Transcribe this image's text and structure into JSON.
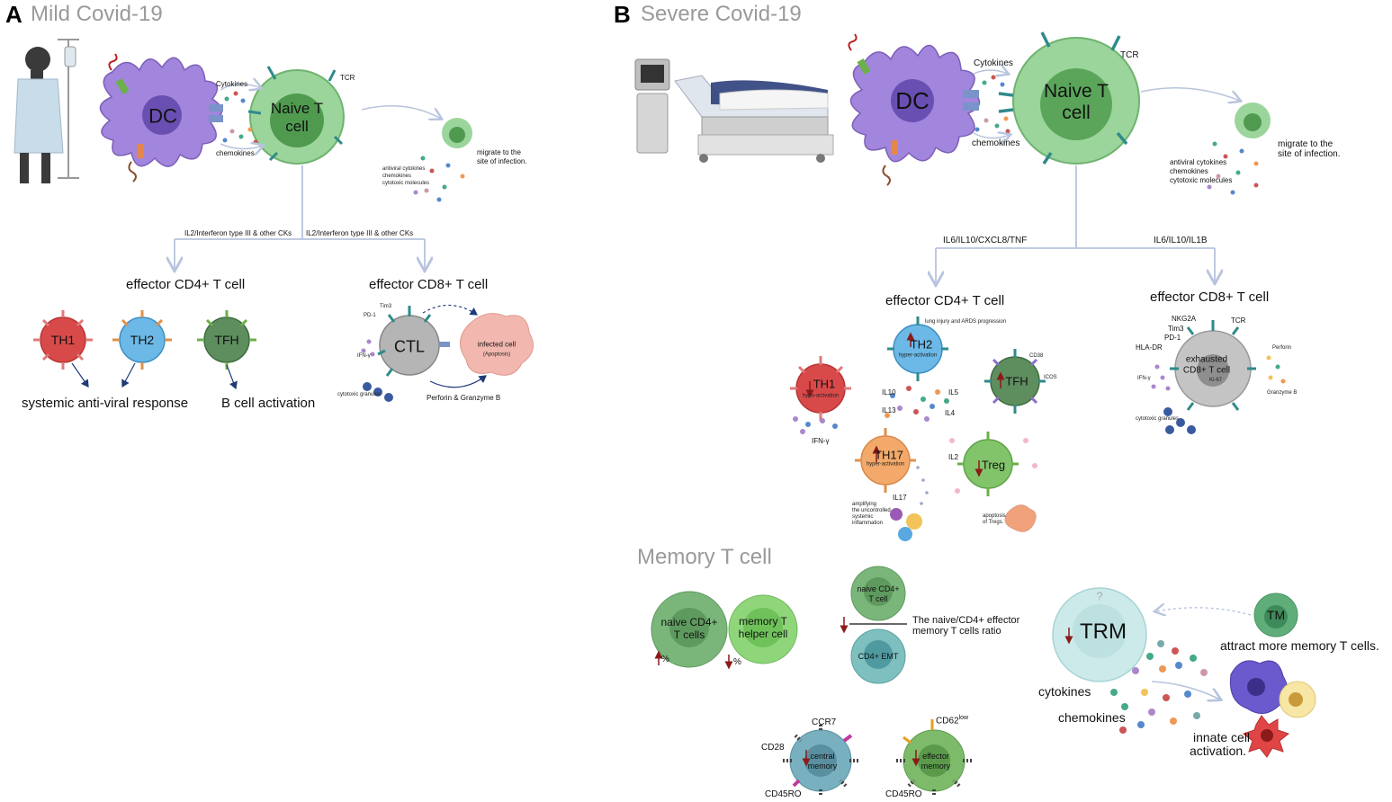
{
  "panelA": {
    "letter": "A",
    "title": "Mild Covid-19",
    "dc": "DC",
    "naive": [
      "Naive T",
      "cell"
    ],
    "tcr": "TCR",
    "cytokines": "Cytokines",
    "chemokines": "chemokines",
    "migrate": [
      "migrate to the",
      "site of infection."
    ],
    "secreted": [
      "antiviral cytokines",
      "chemokines",
      "cytotoxic molecules"
    ],
    "signal_left": "IL2/Interferon type III & other CKs",
    "signal_right": "IL2/Interferon type III & other CKs",
    "cd4_title": "effector CD4+ T cell",
    "cd8_title": "effector CD8+ T cell",
    "th1": "TH1",
    "th2": "TH2",
    "tfh": "TFH",
    "systemic": "systemic anti-viral response",
    "bcell": "B cell activation",
    "ctl": "CTL",
    "pd1": "PD-1",
    "tim3": "Tim3",
    "ifng": "IFN-γ",
    "infected": "infected cell",
    "apoptosis": "(Apoptosis)",
    "granules": "cytotoxic granules",
    "perforin": "Perforin & Granzyme B"
  },
  "panelB": {
    "letter": "B",
    "title": "Severe Covid-19",
    "dc": "DC",
    "naive": [
      "Naive T",
      "cell"
    ],
    "tcr": "TCR",
    "cytokines": "Cytokines",
    "chemokines": "chemokines",
    "migrate": [
      "migrate to the",
      "site of infection."
    ],
    "secreted": [
      "antiviral cytokines",
      "chemokines",
      "cytotoxic molecules"
    ],
    "signal_left": "IL6/IL10/CXCL8/TNF",
    "signal_right": "IL6/IL10/IL1B",
    "cd4_title": "effector CD4+ T cell",
    "cd8_title": "effector CD8+ T cell",
    "lung": "lung injury and ARDS progression",
    "th2": "TH2",
    "th2_sub": "hyper-activation",
    "th1": "TH1",
    "th1_sub": "hypo-activation",
    "tfh": "TFH",
    "cd38": "CD38",
    "icos": "ICOS",
    "il10": "IL10",
    "il5": "IL5",
    "il13": "IL13",
    "il4": "IL4",
    "ifng": "IFN-γ",
    "th17": "TH17",
    "th17_sub": "hyper-activation",
    "il17": "IL17",
    "amplifying": [
      "amplifying",
      "the uncontrolled",
      "systemic",
      "inflammation"
    ],
    "treg": "Treg",
    "il2": "IL2",
    "apoptosis_tregs": [
      "apoptosis",
      "of Tregs."
    ],
    "nkg2a": "NKG2A",
    "tim3": "Tim3",
    "pd1": "PD-1",
    "hladr": "HLA-DR",
    "cd8_tcr": "TCR",
    "exhausted": [
      "exhausted",
      "CD8+ T cell"
    ],
    "ki67": "Ki-67",
    "perforin": "Perforin",
    "granzyme": "Granzyme B",
    "cd8_ifng": "IFN-γ",
    "granules": "cytotoxic granules"
  },
  "memory": {
    "title": "Memory T cell",
    "naive_cd4": [
      "naive CD4+",
      "T cells"
    ],
    "memory_helper": [
      "memory T",
      "helper cell"
    ],
    "pct": "%",
    "naive_cd4_small": [
      "naive CD4+",
      "T cell"
    ],
    "cd4_emt": "CD4+ EMT",
    "ratio": [
      "The naive/CD4+ effector",
      "memory T cells ratio"
    ],
    "trm": "TRM",
    "question": "?",
    "tm": "TM",
    "attract": "attract more memory T cells.",
    "cytokines": "cytokines",
    "chemokines": "chemokines",
    "innate": [
      "innate cell",
      "activation."
    ],
    "ccr7": "CCR7",
    "cd28": "CD28",
    "central": [
      "central",
      "memory"
    ],
    "cd45ro_left": "CD45RO",
    "cd62": "CD62",
    "cd62_sup": "low",
    "effector_mem": [
      "effector",
      "memory"
    ],
    "cd45ro_right": "CD45RO"
  },
  "colors": {
    "dc": "#9b7fd3",
    "naive": "#8fd08f",
    "th1": "#d84a4a",
    "th2": "#6cb8e6",
    "tfh": "#5e8d5e",
    "ctl": "#b0b0b0",
    "infected": "#f2b8b0",
    "th17": "#f2a96a",
    "treg": "#82c46a",
    "trm": "#cdeaea",
    "arrow": "#b8c4de",
    "up_arrow": "#8b1a1a"
  }
}
